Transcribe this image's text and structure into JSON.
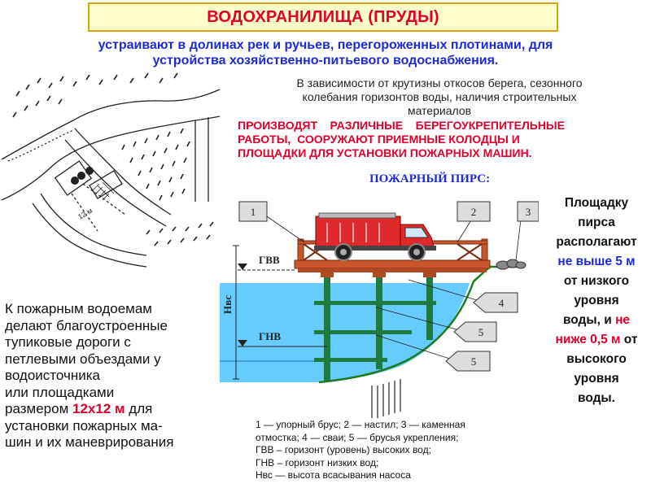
{
  "header": {
    "title": "ВОДОХРАНИЛИЩА (ПРУДЫ)"
  },
  "subtitle": {
    "line1": "устраивают в долинах рек и ручьев, перегороженных плотинами, для",
    "line2": "устройства хозяйственно-питьевого водоснабжения."
  },
  "description": {
    "line1": "В зависимости от крутизны откосов берега, сезонного",
    "line2": "колебания горизонтов воды, наличия строительных",
    "line3": "материалов"
  },
  "red_block": {
    "line1": "ПРОИЗВОДЯТ    РАЗЛИЧНЫЕ    БЕРЕГОУКРЕПИТЕЛЬНЫЕ",
    "line2": "РАБОТЫ,  СООРУЖАЮТ ПРИЕМНЫЕ КОЛОДЦЫ И",
    "line3": "ПЛОЩАДКИ ДЛЯ УСТАНОВКИ ПОЖАРНЫХ МАШИН."
  },
  "left_text": {
    "line1": "К пожарным водоемам",
    "line2": "делают благоустроенные",
    "line3": "тупиковые дороги с",
    "line4": "петлевыми объездами у",
    "line5": "водоисточника",
    "line6": "или площадками",
    "line7_pre": "размером ",
    "line7_hl": "12х12 м",
    "line7_post": " для",
    "line8": "установки пожарных ма-",
    "line9": "шин и их маневрирования"
  },
  "right_text": {
    "l1": "Площадку",
    "l2": "пирса",
    "l3": "располагают",
    "l4": "не выше 5 м",
    "l5": "от низкого",
    "l6": "уровня",
    "l7_pre": "воды, и ",
    "l7_red": "не",
    "l8_red": "ниже 0,5 м",
    "l8_post": " от",
    "l9": "высокого",
    "l10": "уровня",
    "l11": "воды."
  },
  "pier": {
    "title": "ПОЖАРНЫЙ ПИРС:",
    "callouts": [
      "1",
      "2",
      "3",
      "4",
      "5",
      "5"
    ],
    "label_gvv": "ГВВ",
    "label_gnv": "ГНВ",
    "label_hvs": "Нвс"
  },
  "legend": {
    "line1": "1 — упорный брус; 2 — настил; 3 — каменная",
    "line2": "отмостка; 4 — сваи; 5 — брусья укрепления;",
    "line3": "ГВВ – горизонт (уровень) высоких вод;",
    "line4": "ГНВ – горизонт низких вод;",
    "line5": "Нвс — высота всасывания насоса"
  },
  "map": {
    "dim_label": "12 м"
  },
  "colors": {
    "title_red": "#e0002a",
    "accent_blue": "#1c2bd6",
    "title_bg": "#ffffcc",
    "water": "#66ccff",
    "deck": "#c8562a"
  }
}
